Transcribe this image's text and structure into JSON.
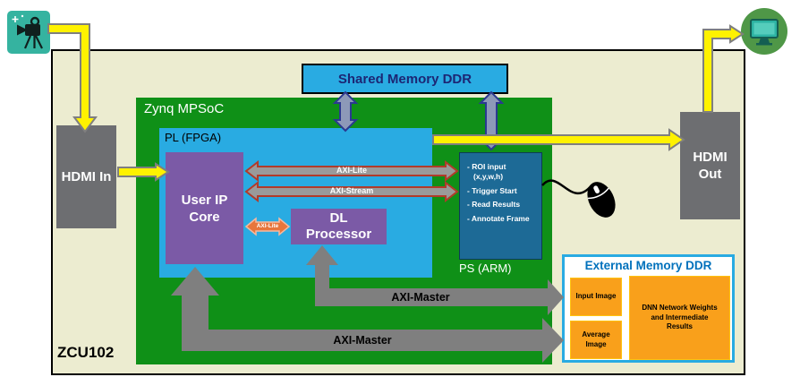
{
  "board": {
    "label": "ZCU102"
  },
  "soc": {
    "label": "Zynq MPSoC"
  },
  "pl": {
    "label": "PL (FPGA)"
  },
  "ps": {
    "label": "PS (ARM)",
    "tasks": [
      "ROI input (x,y,w,h)",
      "Trigger Start",
      "Read Results",
      "Annotate Frame"
    ]
  },
  "blocks": {
    "shared_memory": "Shared Memory DDR",
    "hdmi_in": "HDMI In",
    "hdmi_out": "HDMI Out",
    "user_ip": "User IP Core",
    "dl_processor": "DL Processor"
  },
  "external_memory": {
    "title": "External Memory DDR",
    "items": [
      "Input Image",
      "Average Image",
      "DNN Network Weights and Intermediate Results"
    ]
  },
  "buses": {
    "axi_lite": "AXI-Lite",
    "axi_stream": "AXI-Stream",
    "axi_lite_dl": "AXI-Lite",
    "axi_master_dl": "AXI-Master",
    "axi_master_ip": "AXI-Master"
  },
  "colors": {
    "board_bg": "#ececd0",
    "soc_green": "#0f9017",
    "pl_blue": "#29abe2",
    "ps_blue": "#1d6a96",
    "ip_purple": "#7b5aa6",
    "hdmi_gray": "#6d6e71",
    "orange": "#f9a01b",
    "arrow_yellow": "#fff200",
    "arrow_gray": "#7f7f7f",
    "ext_title_blue": "#0071bc"
  }
}
